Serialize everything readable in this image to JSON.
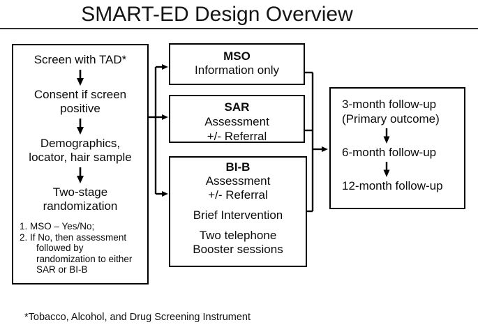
{
  "title": "SMART-ED Design Overview",
  "footnote": "*Tobacco, Alcohol, and Drug Screening Instrument",
  "colors": {
    "ink": "#000000",
    "divider": "#2e2e2e",
    "background": "#ffffff"
  },
  "diagram": {
    "screening_box": {
      "steps": [
        {
          "lines": [
            "Screen with TAD*"
          ]
        },
        {
          "lines": [
            "Consent if screen",
            "positive"
          ]
        },
        {
          "lines": [
            "Demographics,",
            "locator, hair sample"
          ]
        },
        {
          "lines": [
            "Two-stage",
            "randomization"
          ]
        }
      ],
      "notes": {
        "item1": "1. MSO – Yes/No;",
        "item2_lines": [
          "2. If No, then assessment",
          "followed by",
          "randomization to either",
          "SAR or BI-B"
        ]
      }
    },
    "arms": [
      {
        "name": "MSO",
        "lines": [
          "Information only"
        ]
      },
      {
        "name": "SAR",
        "lines": [
          "Assessment",
          "+/- Referral"
        ]
      },
      {
        "name": "BI-B",
        "group1": [
          "Assessment",
          "+/- Referral"
        ],
        "group2": [
          "Brief Intervention"
        ],
        "group3": [
          "Two telephone",
          "Booster sessions"
        ]
      }
    ],
    "followup_box": {
      "line1": "3-month follow-up",
      "line2": "(Primary outcome)",
      "line3": "6-month follow-up",
      "line4": "12-month follow-up"
    }
  }
}
